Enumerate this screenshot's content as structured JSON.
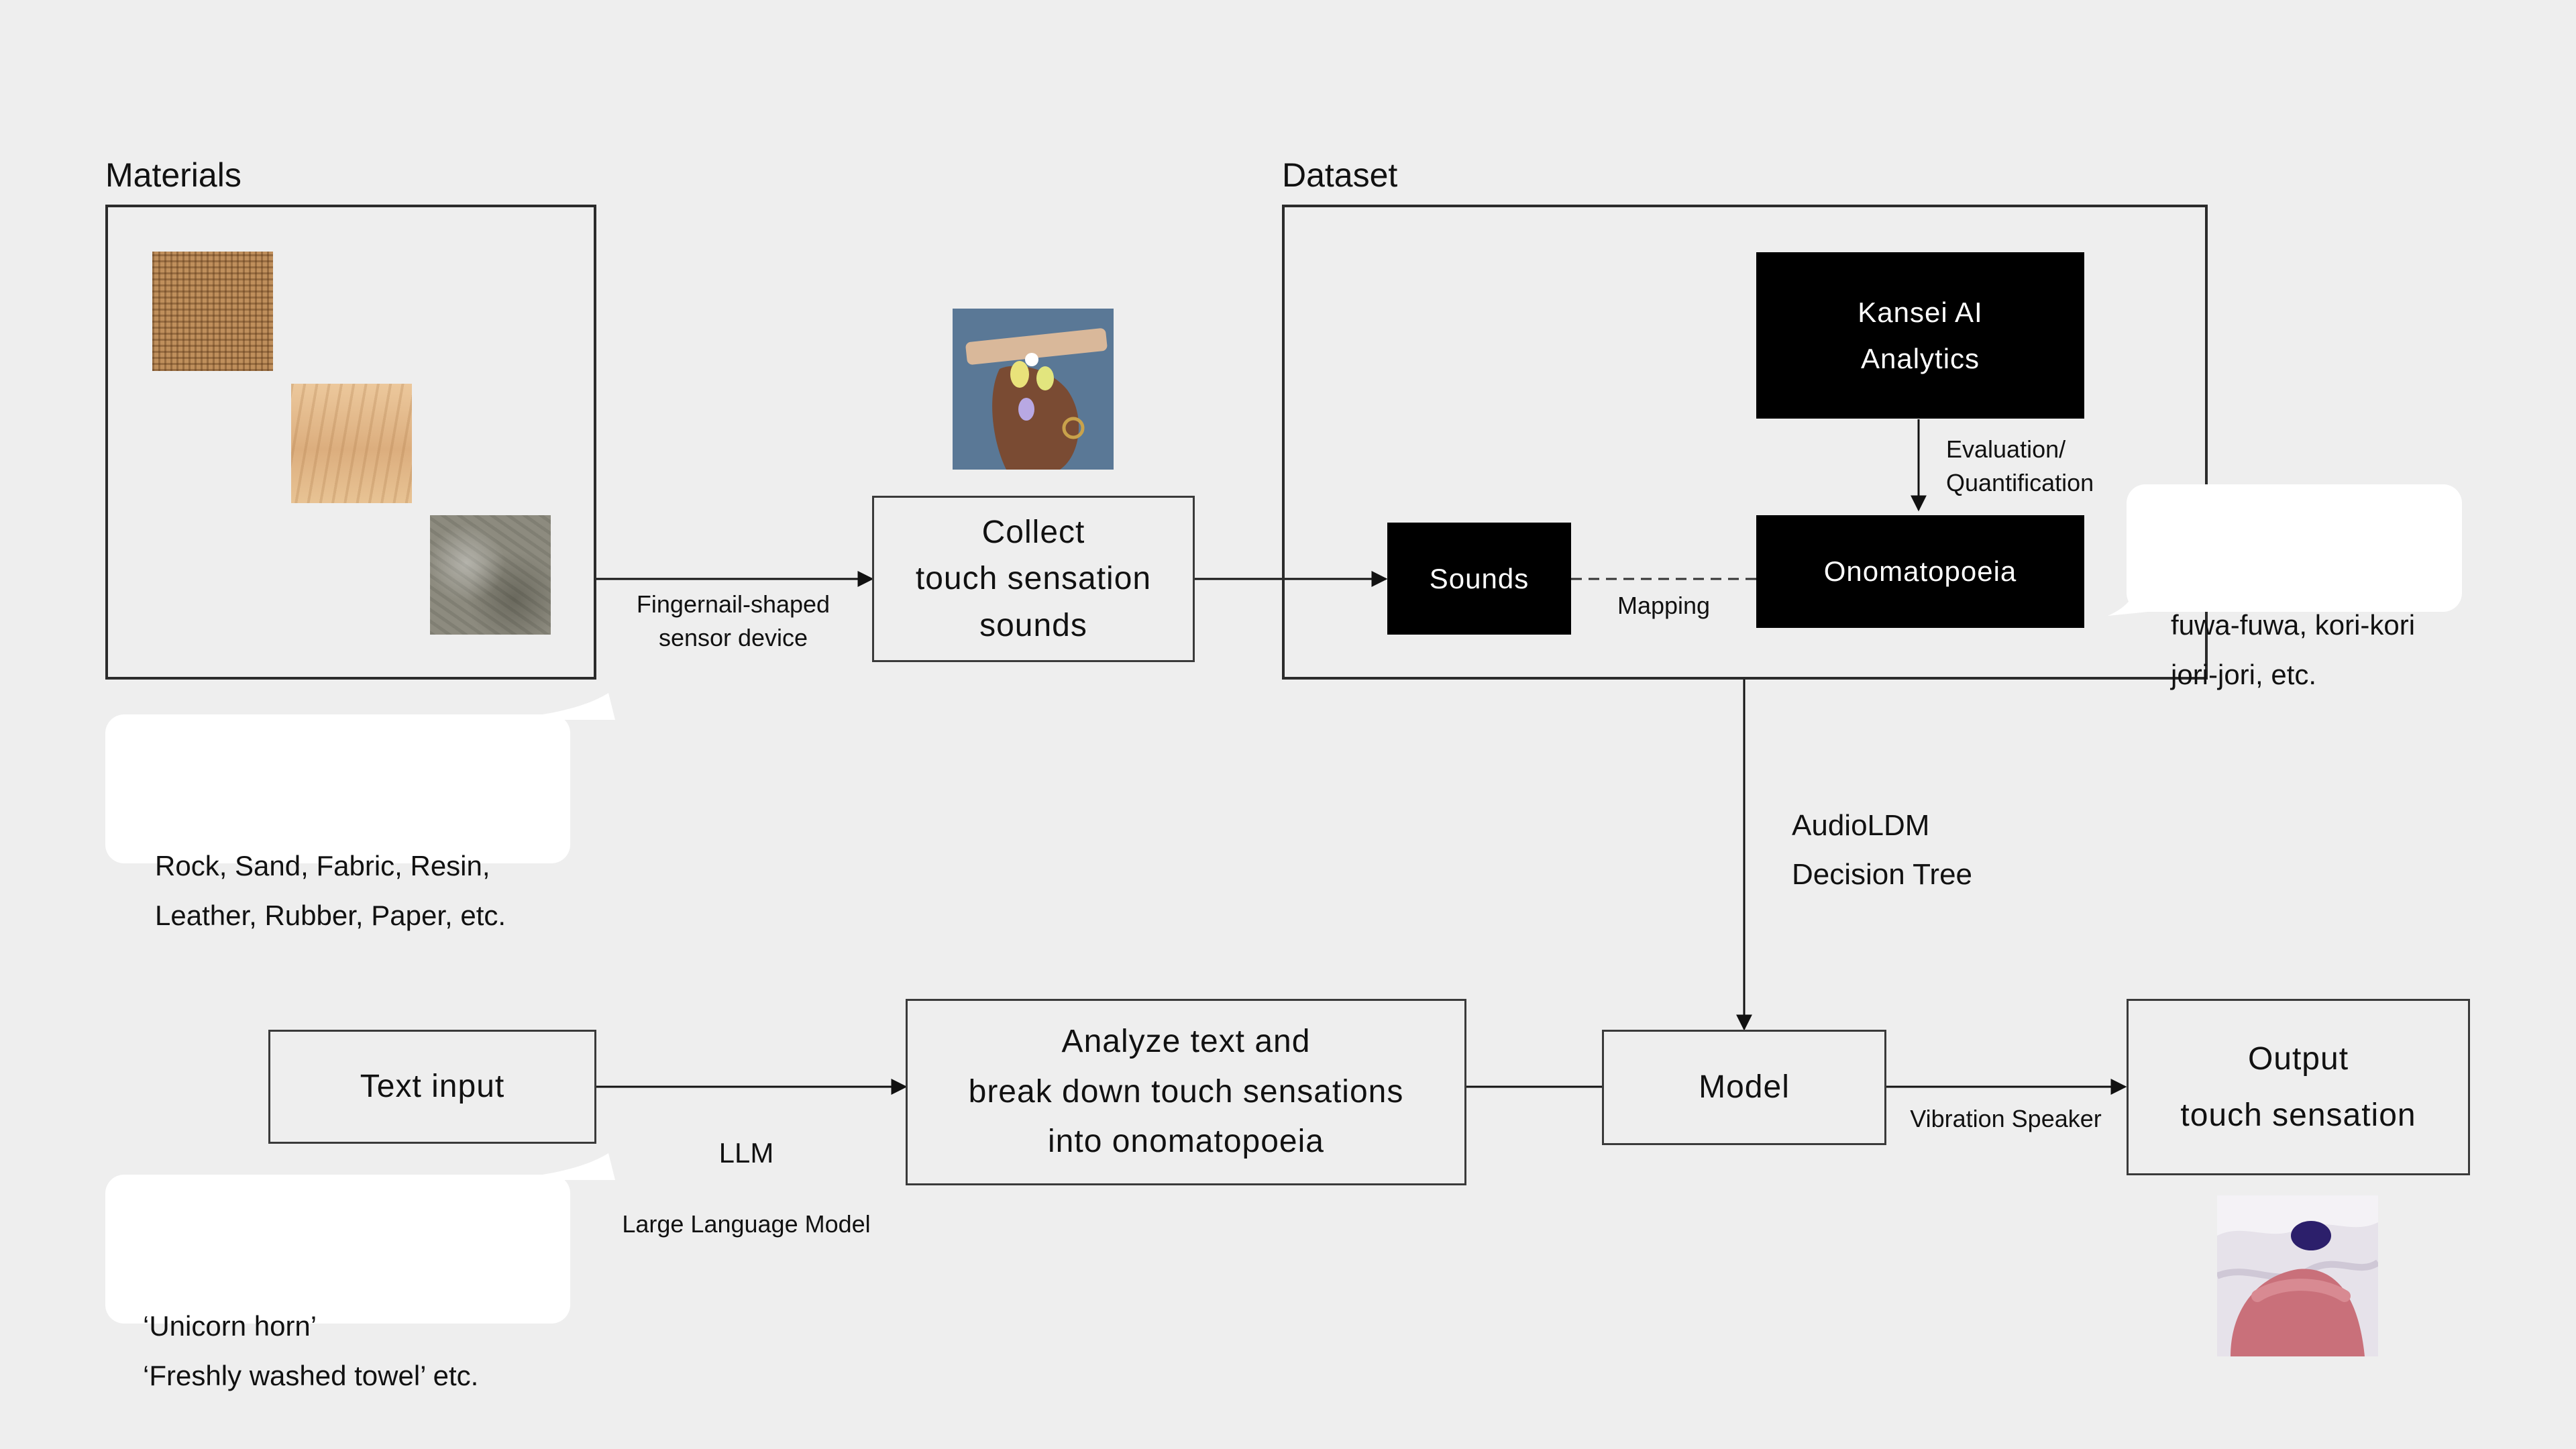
{
  "materials": {
    "title": "Materials",
    "examples": "Rock, Sand, Fabric, Resin,\nLeather, Rubber, Paper, etc."
  },
  "dataset": {
    "title": "Dataset",
    "kansei": "Kansei AI\nAnalytics",
    "evaluation": "Evaluation/\nQuantification",
    "sounds": "Sounds",
    "mapping": "Mapping",
    "onomatopoeia": "Onomatopoeia",
    "onomatopoeia_examples": "fuwa-fuwa, kori-kori\njori-jori, etc."
  },
  "collect": {
    "label": "Collect\ntouch sensation\nsounds",
    "sensor": "Fingernail-shaped\nsensor device"
  },
  "training": "AudioLDM\nDecision Tree",
  "text_input": {
    "label": "Text input",
    "examples": "‘Unicorn horn’\n‘Freshly washed towel’ etc."
  },
  "llm": {
    "short": "LLM",
    "long": "Large Language Model"
  },
  "analyze": "Analyze text and\nbreak down touch sensations\ninto onomatopoeia",
  "model": "Model",
  "vibration": "Vibration Speaker",
  "output": "Output\ntouch sensation",
  "icons": {
    "material_1": "burlap-swatch",
    "material_2": "wood-swatch",
    "material_3": "stone-swatch",
    "sensor_photo": "finger-sensor-photo",
    "output_photo": "hand-touch-photo"
  },
  "colors": {
    "background": "#eeeeee",
    "dark_box": "#000000",
    "bubble": "#ffffff",
    "line": "#111111"
  }
}
